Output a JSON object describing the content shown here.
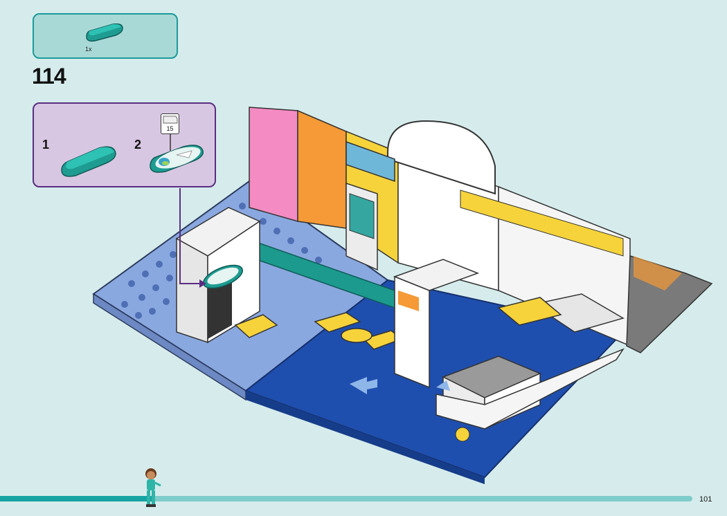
{
  "parts_box": {
    "quantity": "1x",
    "part_icon": "teal-round-tile-icon",
    "color": "#1b9a9a"
  },
  "step": {
    "number": "114"
  },
  "substeps": [
    {
      "label": "1",
      "icon": "teal-round-tile-icon"
    },
    {
      "label": "2",
      "icon": "stickered-tile-icon"
    }
  ],
  "sticker": {
    "number": "15"
  },
  "page": {
    "number": "101",
    "progress": 0.22
  },
  "colors": {
    "background": "#d6ecec",
    "accent": "#1b9a9a",
    "substep_border": "#5a2d82"
  }
}
